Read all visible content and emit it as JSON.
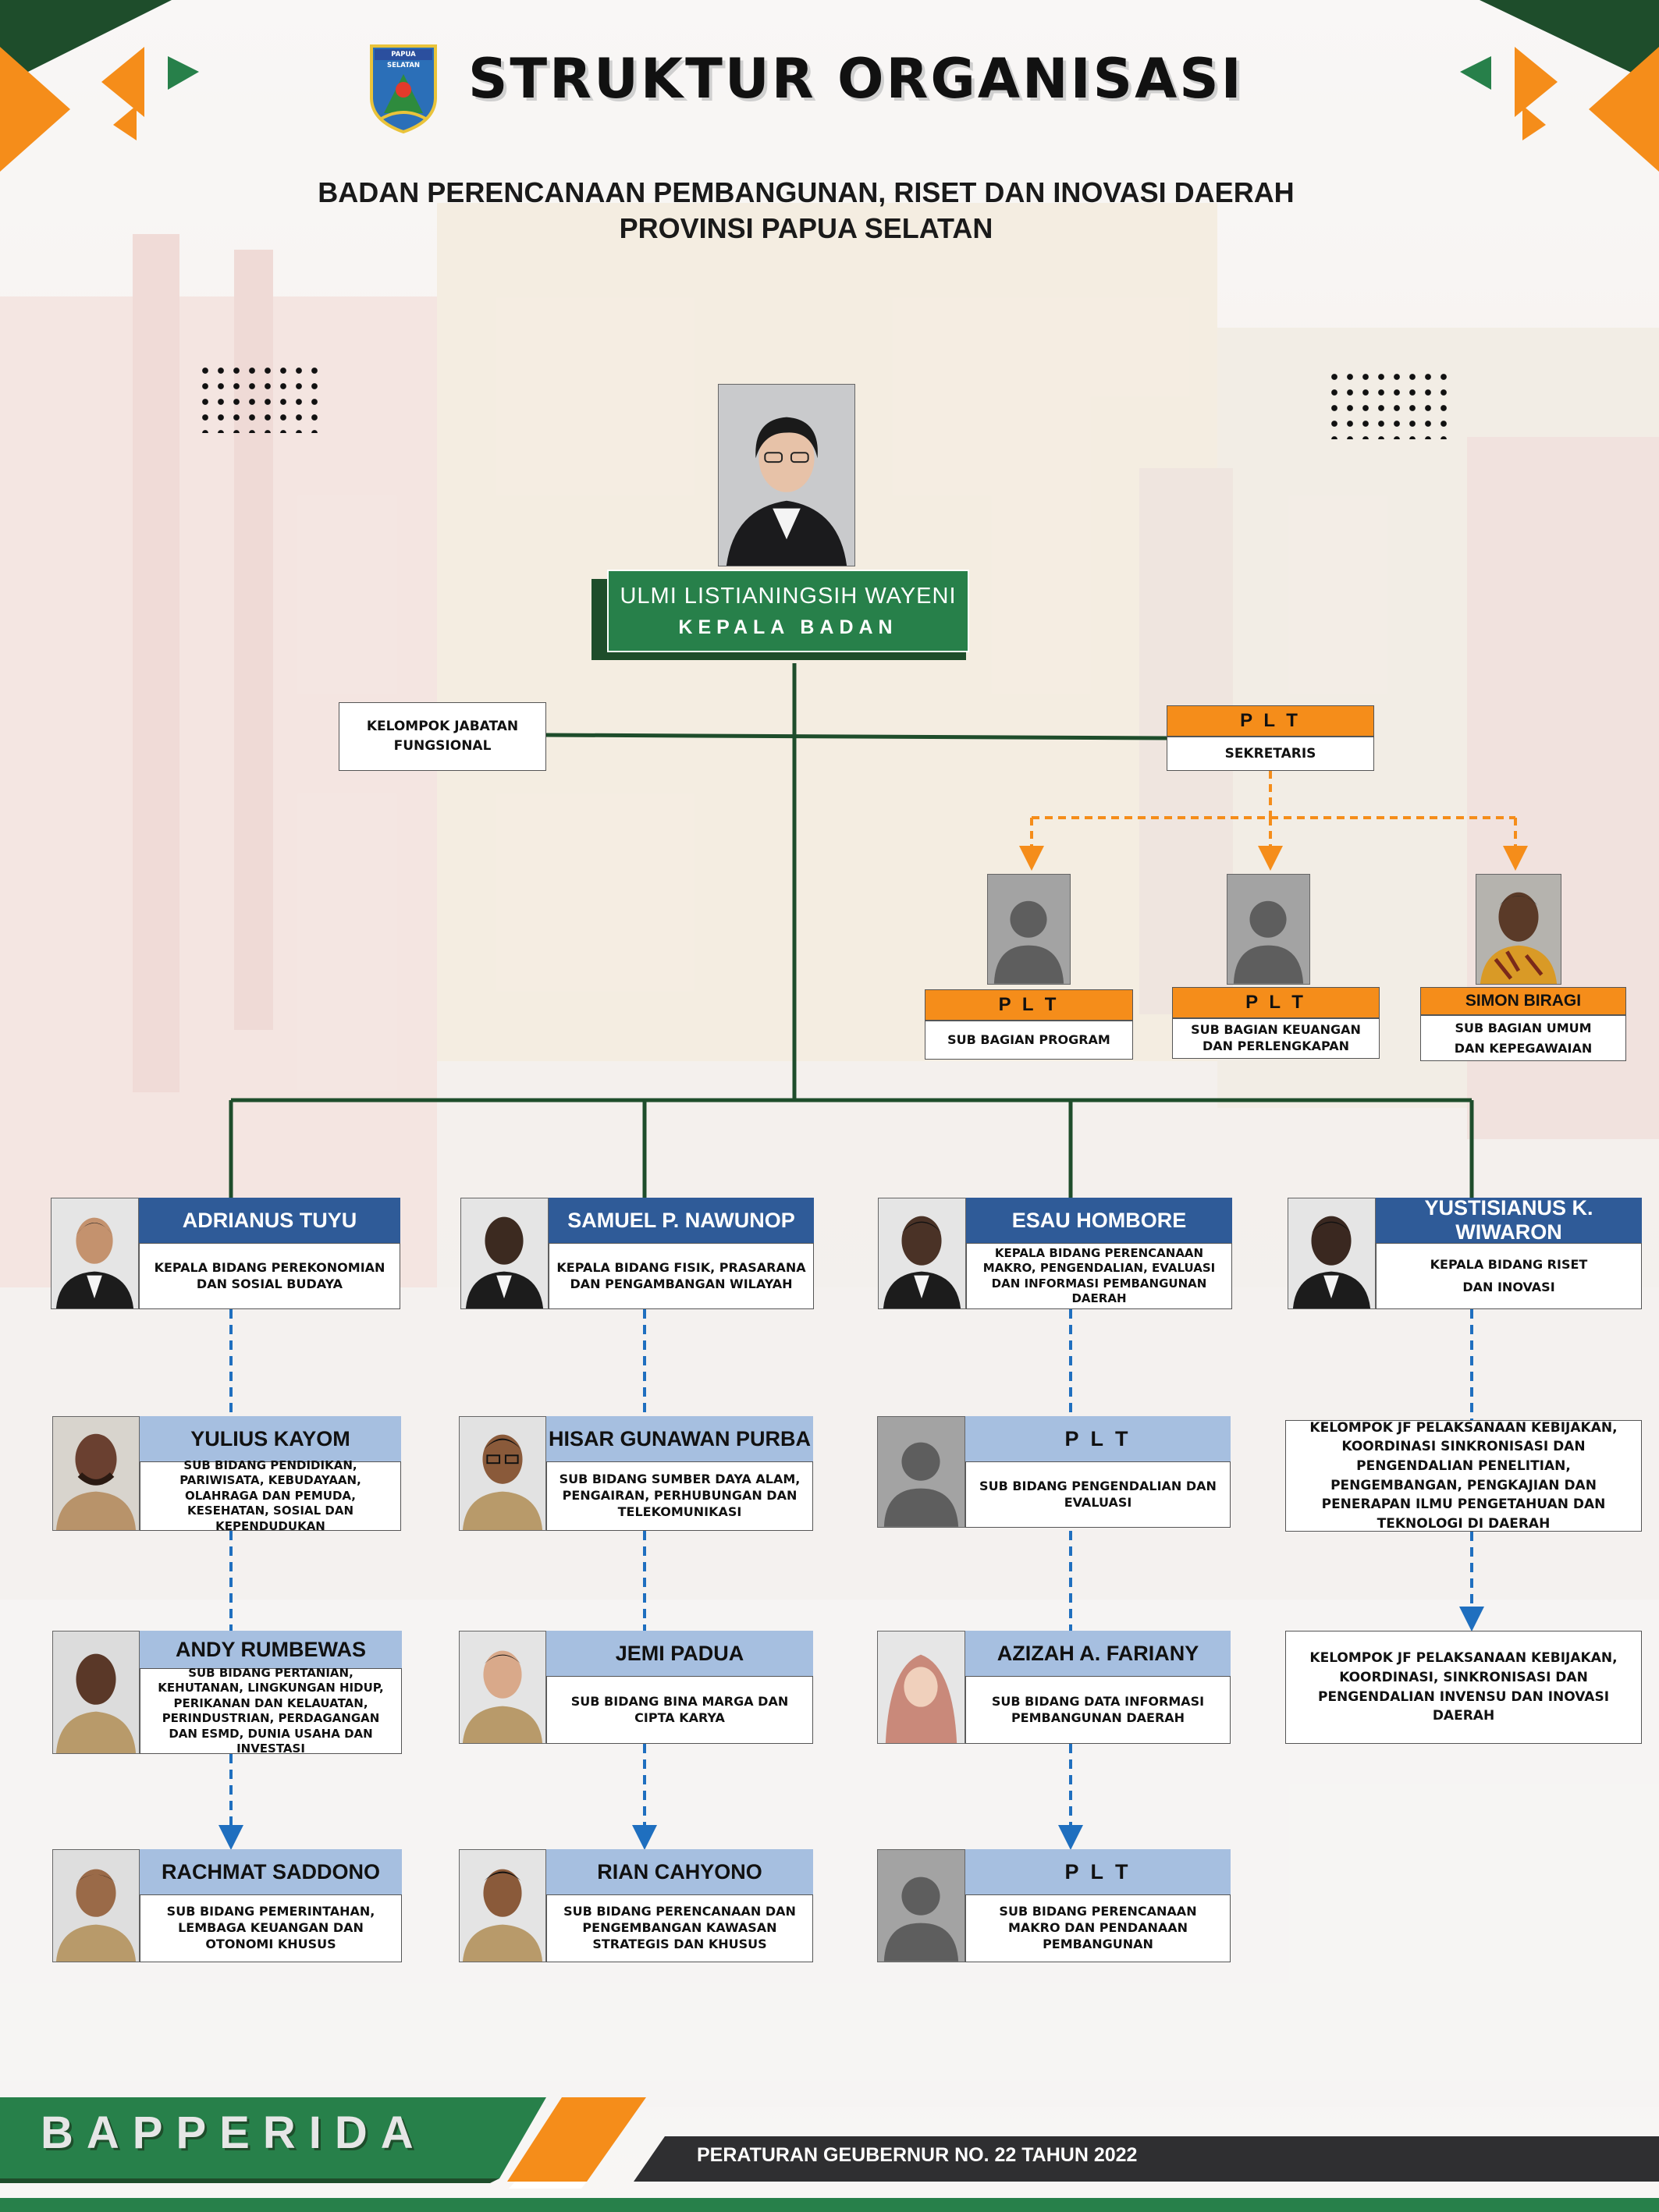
{
  "header": {
    "logo_text": "PAPUA SELATAN",
    "title": "STRUKTUR ORGANISASI",
    "subtitle_line1": "BADAN  PERENCANAAN PEMBANGUNAN, RISET DAN INOVASI DAERAH",
    "subtitle_line2": "PROVINSI PAPUA SELATAN"
  },
  "head": {
    "name": "ULMI LISTIANINGSIH WAYENI",
    "position": "KEPALA BADAN"
  },
  "fungsional": {
    "label": "KELOMPOK JABATAN FUNGSIONAL"
  },
  "sekretaris": {
    "status": "P L T",
    "position": "SEKRETARIS"
  },
  "sub_bagian": [
    {
      "name": "P L T",
      "position": "SUB BAGIAN PROGRAM"
    },
    {
      "name": "P L T",
      "position": "SUB BAGIAN KEUANGAN DAN PERLENGKAPAN"
    },
    {
      "name": "SIMON BIRAGI",
      "position": "SUB BAGIAN UMUM DAN KEPEGAWAIAN"
    }
  ],
  "bidang": [
    {
      "name": "ADRIANUS TUYU",
      "position": "KEPALA BIDANG PEREKONOMIAN DAN SOSIAL BUDAYA",
      "subs": [
        {
          "name": "YULIUS KAYOM",
          "position": "SUB BIDANG PENDIDIKAN, PARIWISATA, KEBUDAYAAN, OLAHRAGA DAN PEMUDA, KESEHATAN,  SOSIAL DAN KEPENDUDUKAN"
        },
        {
          "name": "ANDY RUMBEWAS",
          "position": "SUB BIDANG PERTANIAN, KEHUTANAN, LINGKUNGAN HIDUP, PERIKANAN DAN KELAUATAN, PERINDUSTRIAN, PERDAGANGAN DAN ESMD, DUNIA USAHA DAN INVESTASI"
        },
        {
          "name": "RACHMAT SADDONO",
          "position": "SUB BIDANG PEMERINTAHAN, LEMBAGA KEUANGAN DAN OTONOMI KHUSUS"
        }
      ]
    },
    {
      "name": "SAMUEL P. NAWUNOP",
      "position": "KEPALA BIDANG FISIK, PRASARANA DAN PENGAMBANGAN WILAYAH",
      "subs": [
        {
          "name": "HISAR GUNAWAN PURBA",
          "position": "SUB BIDANG SUMBER DAYA ALAM, PENGAIRAN, PERHUBUNGAN DAN TELEKOMUNIKASI"
        },
        {
          "name": "JEMI PADUA",
          "position": "SUB BIDANG BINA MARGA DAN CIPTA KARYA"
        },
        {
          "name": "RIAN CAHYONO",
          "position": "SUB BIDANG PERENCANAAN DAN PENGEMBANGAN KAWASAN STRATEGIS DAN KHUSUS"
        }
      ]
    },
    {
      "name": "ESAU HOMBORE",
      "position": "KEPALA BIDANG PERENCANAAN MAKRO, PENGENDALIAN, EVALUASI DAN INFORMASI PEMBANGUNAN DAERAH",
      "subs": [
        {
          "name": "P L T",
          "position": "SUB BIDANG PENGENDALIAN DAN EVALUASI"
        },
        {
          "name": "AZIZAH A. FARIANY",
          "position": "SUB BIDANG DATA INFORMASI PEMBANGUNAN DAERAH"
        },
        {
          "name": "P L T",
          "position": "SUB BIDANG PERENCANAAN MAKRO DAN PENDANAAN PEMBANGUNAN"
        }
      ]
    },
    {
      "name": "YUSTISIANUS K. WIWARON",
      "position": "KEPALA BIDANG RISET DAN INOVASI",
      "subs": [
        {
          "position": "KELOMPOK JF PELAKSANAAN KEBIJAKAN, KOORDINASI SINKRONISASI DAN PENGENDALIAN PENELITIAN, PENGEMBANGAN, PENGKAJIAN DAN PENERAPAN ILMU PENGETAHUAN DAN TEKNOLOGI DI DAERAH"
        },
        {
          "position": "KELOMPOK JF PELAKSANAAN KEBIJAKAN, KOORDINASI, SINKRONISASI DAN PENGENDALIAN INVENSU DAN INOVASI DAERAH"
        }
      ]
    }
  ],
  "footer": {
    "brand": "BAPPERIDA",
    "regulation": "PERATURAN GEUBERNUR NO. 22 TAHUN 2022"
  },
  "colors": {
    "dark_green": "#1e4d2b",
    "green": "#27804a",
    "orange": "#f58d1a",
    "dark_blue": "#2f5b98",
    "light_blue": "#a6bfe0",
    "connector_blue": "#1f6fbf"
  }
}
